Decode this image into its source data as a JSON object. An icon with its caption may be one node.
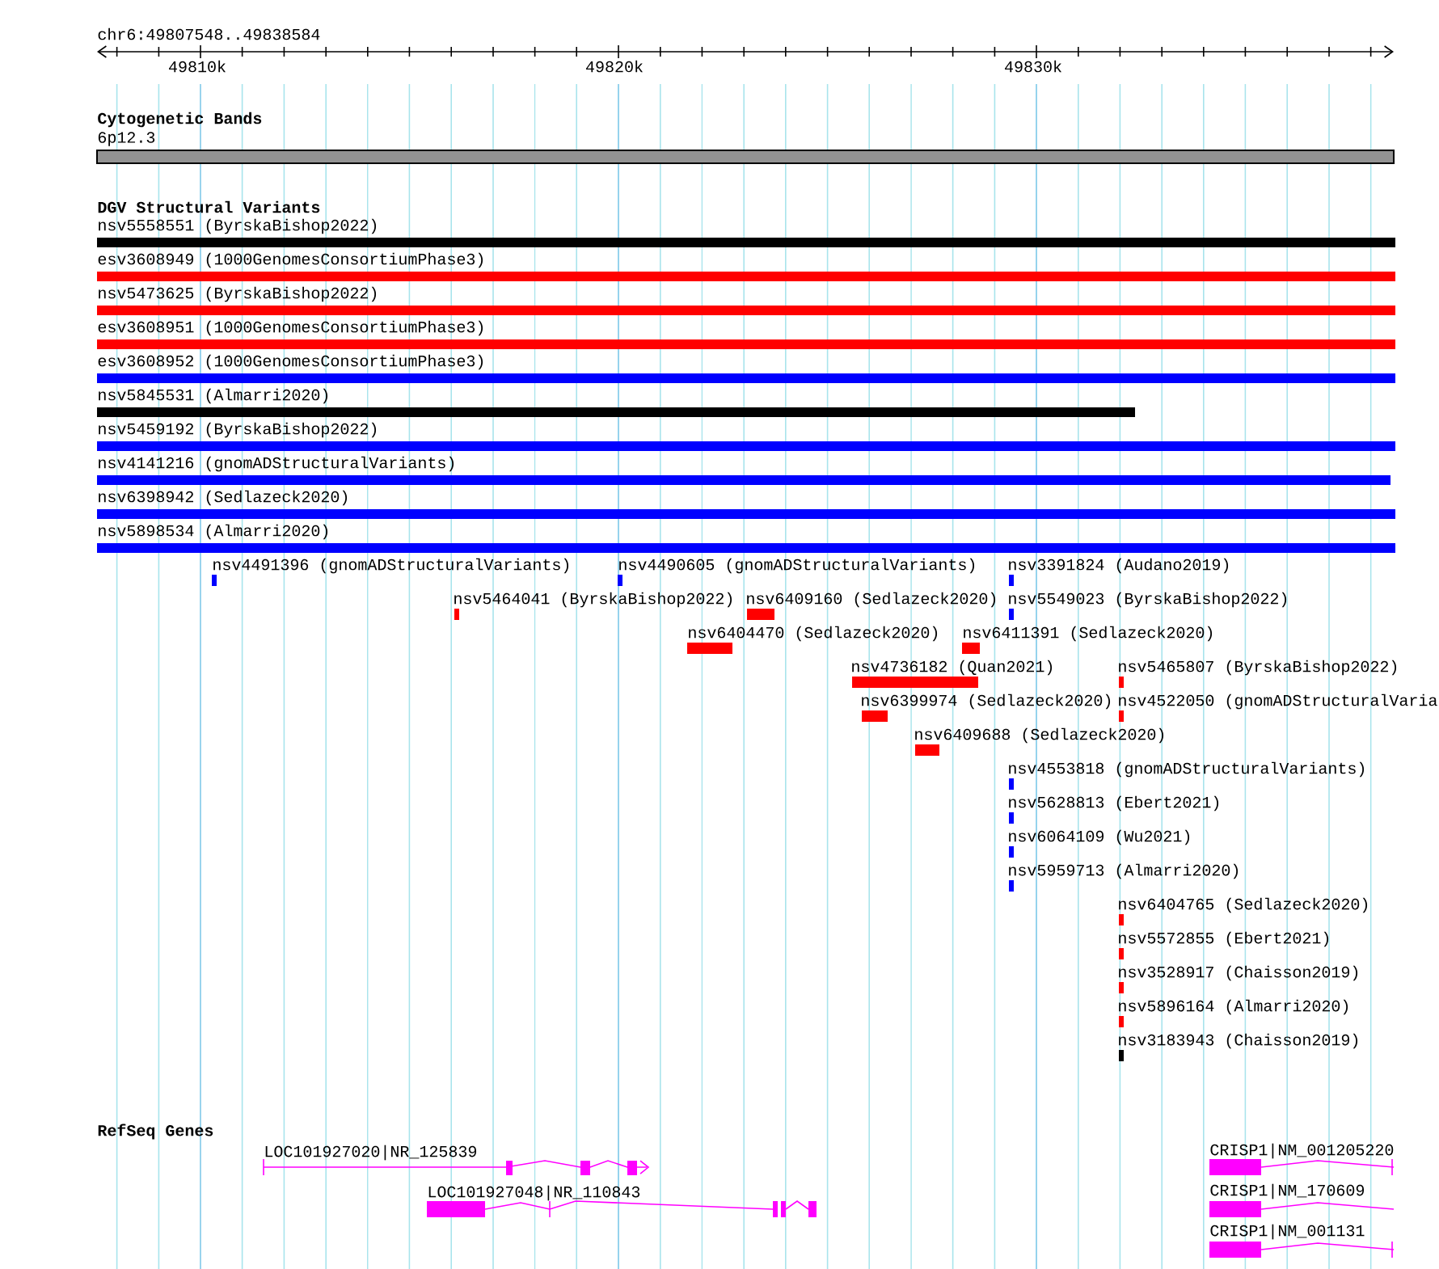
{
  "diagram": {
    "labels": [
      "chr6:49807548..49838584",
      "49810k",
      "49820k",
      "49830k",
      "Cytogenetic Bands",
      "6p12.3",
      "DGV Structural Variants",
      "nsv5558551 (ByrskaBishop2022)",
      "esv3608949 (1000GenomesConsortiumPhase3)",
      "nsv5473625 (ByrskaBishop2022)",
      "esv3608951 (1000GenomesConsortiumPhase3)",
      "esv3608952 (1000GenomesConsortiumPhase3)",
      "nsv5845531 (Almarri2020)",
      "nsv5459192 (ByrskaBishop2022)",
      "nsv4141216 (gnomADStructuralVariants)",
      "nsv6398942 (Sedlazeck2020)",
      "nsv5898534 (Almarri2020)",
      "nsv4491396 (gnomADStructuralVariants)",
      "nsv4490605 (gnomADStructuralVariants)",
      "nsv3391824 (Audano2019)",
      "nsv5464041 (ByrskaBishop2022)",
      "nsv6409160 (Sedlazeck2020)",
      "nsv5549023 (ByrskaBishop2022)",
      "nsv6404470 (Sedlazeck2020)",
      "nsv6411391 (Sedlazeck2020)",
      "nsv4736182 (Quan2021)",
      "nsv5465807 (ByrskaBishop2022)",
      "nsv6399974 (Sedlazeck2020)",
      "nsv4522050 (gnomADStructuralVaria",
      "nsv6409688 (Sedlazeck2020)",
      "nsv4553818 (gnomADStructuralVariants)",
      "nsv5628813 (Ebert2021)",
      "nsv6064109 (Wu2021)",
      "nsv5959713 (Almarri2020)",
      "nsv6404765 (Sedlazeck2020)",
      "nsv5572855 (Ebert2021)",
      "nsv3528917 (Chaisson2019)",
      "nsv5896164 (Almarri2020)",
      "nsv3183943 (Chaisson2019)",
      "RefSeq Genes",
      "LOC101927020|NR_125839",
      "LOC101927048|NR_110843",
      "CRISP1|NM_001205220",
      "CRISP1|NM_170609",
      "CRISP1|NM_001131"
    ]
  }
}
